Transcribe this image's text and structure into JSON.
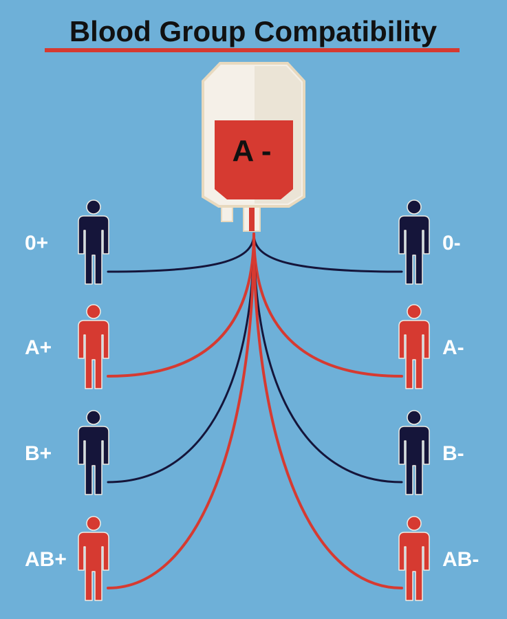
{
  "title": "Blood Group Compatibility",
  "donor": {
    "blood_type": "A -"
  },
  "colors": {
    "background": "#6eb0d8",
    "title_underline": "#d63a31",
    "compatible": "#d63a31",
    "incompatible": "#15153a",
    "bag_body": "#f5f0e8",
    "bag_fill": "#d63a31"
  },
  "recipients": [
    {
      "label": "0+",
      "side": "left",
      "compatible": false
    },
    {
      "label": "A+",
      "side": "left",
      "compatible": true
    },
    {
      "label": "B+",
      "side": "left",
      "compatible": false
    },
    {
      "label": "AB+",
      "side": "left",
      "compatible": true
    },
    {
      "label": "0-",
      "side": "right",
      "compatible": false
    },
    {
      "label": "A-",
      "side": "right",
      "compatible": true
    },
    {
      "label": "B-",
      "side": "right",
      "compatible": false
    },
    {
      "label": "AB-",
      "side": "right",
      "compatible": true
    }
  ]
}
